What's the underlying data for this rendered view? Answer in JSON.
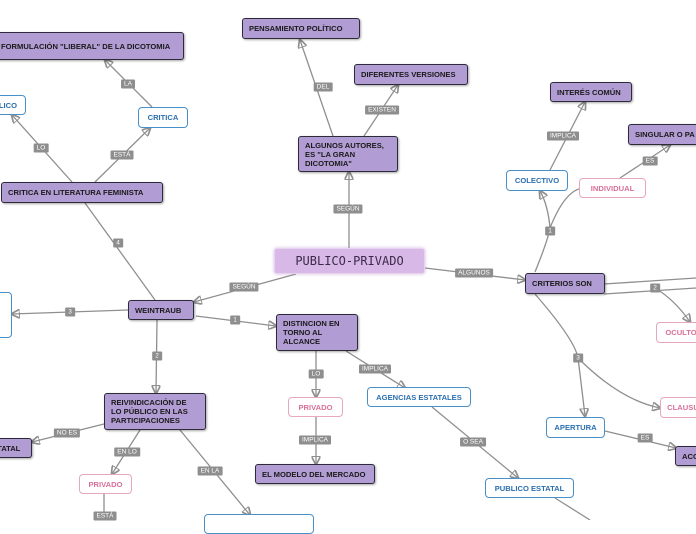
{
  "nodes": {
    "root": "PUBLICO-PRIVADO",
    "pensamiento": "PENSAMIENTO POLÍTICO",
    "formulacion": "FORMULACIÓN \"LIBERAL\" DE LA DICOTOMIA",
    "lico": "LICO",
    "critica": "CRITICA",
    "critica_fem": "CRITICA EN LITERATURA FEMINISTA",
    "diferentes": "DIFERENTES VERSIONES",
    "algunos_autores": "ALGUNOS AUTORES, ES \"LA GRAN DICOTOMIA\"",
    "interes": "INTERÉS COMÚN",
    "singular": "SINGULAR O PA",
    "colectivo": "COLECTIVO",
    "individual": "INDIVIDUAL",
    "criterios": "CRITERIOS SON",
    "weintraub": "WEINTRAUB",
    "distincion": "DISTINCION EN TORNO AL ALCANCE",
    "oculto": "OCULTO",
    "privado1": "PRIVADO",
    "agencias": "AGENCIAS ESTATALES",
    "clausu": "CLAUSU",
    "reivindicacion": "REIVINDICACIÓN DE LO PÚBLICO EN LAS PARTICIPACIONES",
    "estatal": "ESTATAL",
    "apertura": "APERTURA",
    "acc": "ACC",
    "modelo": "EL MODELO DEL MERCADO",
    "privado2": "PRIVADO",
    "publico_estatal": "PUBLICO ESTATAL"
  },
  "labels": {
    "del": "DEL",
    "la": "LA",
    "existen": "EXISTEN",
    "implica1": "IMPLICA",
    "lo1": "LO",
    "esta1": "ESTÁ",
    "segun1": "SEGÚN",
    "es1": "ES",
    "n1": "1",
    "n4": "4",
    "algunos": "ALGUNOS",
    "segun2": "SEGÚN",
    "n2a": "2",
    "n3a": "3",
    "n1b": "1",
    "n3b": "3",
    "lo2": "LO",
    "implica2": "IMPLICA",
    "implica3": "IMPLICA",
    "n2b": "2",
    "o_sea": "O SEA",
    "es2": "ES",
    "no_es": "NO ES",
    "en_lo": "EN LO",
    "en_la": "EN LA",
    "esta2": "ESTÁ"
  }
}
